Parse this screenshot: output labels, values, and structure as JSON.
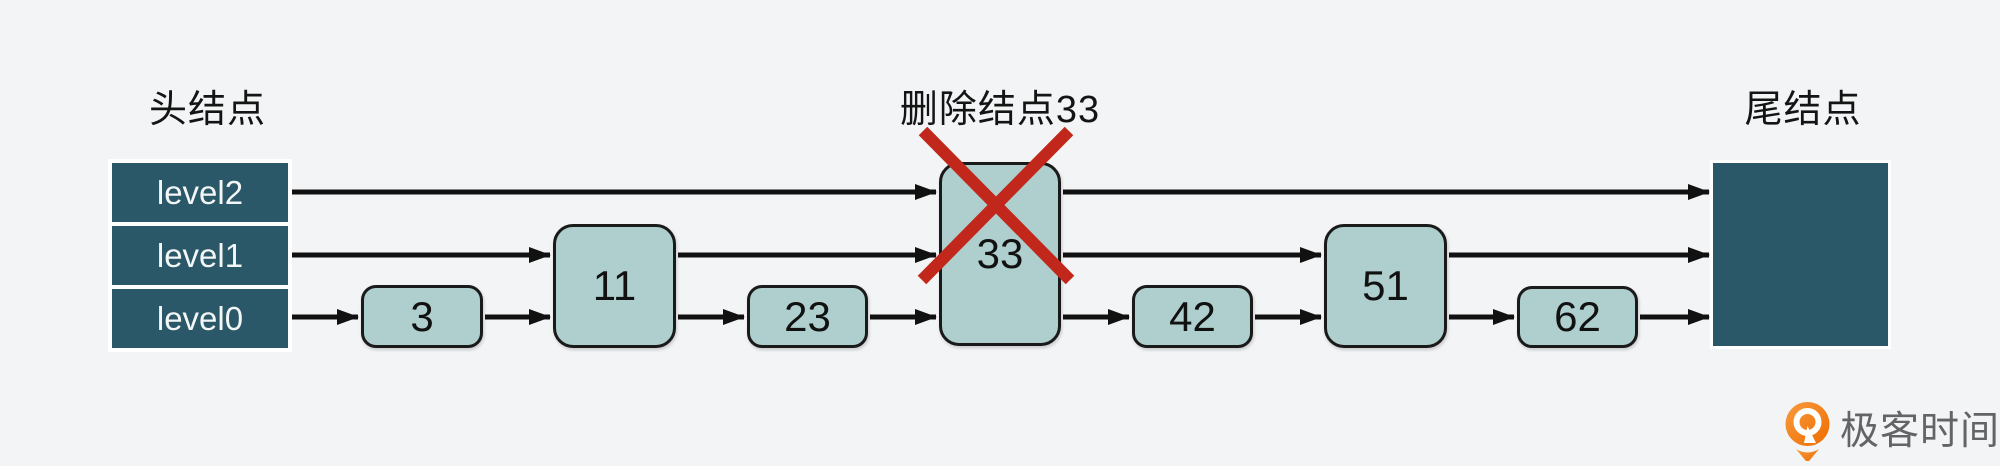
{
  "diagram": {
    "type": "skiplist-delete",
    "captions": {
      "head": "头结点",
      "delete": "删除结点33",
      "tail": "尾结点"
    },
    "header": {
      "levels": [
        {
          "label": "level2"
        },
        {
          "label": "level1"
        },
        {
          "label": "level0"
        }
      ]
    },
    "nodes": [
      {
        "label": "3",
        "levels": 1,
        "deleted": false
      },
      {
        "label": "11",
        "levels": 2,
        "deleted": false
      },
      {
        "label": "23",
        "levels": 1,
        "deleted": false
      },
      {
        "label": "33",
        "levels": 3,
        "deleted": true
      },
      {
        "label": "42",
        "levels": 1,
        "deleted": false
      },
      {
        "label": "51",
        "levels": 2,
        "deleted": false
      },
      {
        "label": "62",
        "levels": 1,
        "deleted": false
      }
    ],
    "colors": {
      "background": "#f2f4f5",
      "frame_fill": "#2a5868",
      "node_fill": "#aecfcd",
      "node_border": "#1a1a1a",
      "arrow": "#111111",
      "delete_cross": "#c1271a",
      "logo_orange": "#f47c20",
      "logo_text": "#636466"
    }
  },
  "logo": {
    "text": "极客时间"
  }
}
